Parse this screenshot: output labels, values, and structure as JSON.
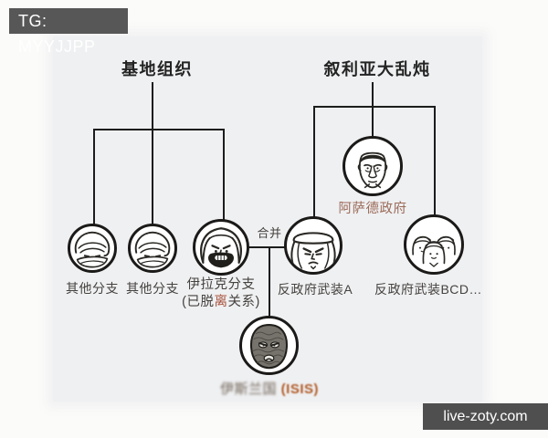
{
  "overlays": {
    "tg_banner": {
      "text": "TG: MYYJJPP"
    },
    "watermark": {
      "text": "live-zoty.com"
    }
  },
  "diagram": {
    "left_tree_title": "基地组织",
    "right_tree_title": "叙利亚大乱炖",
    "merge_label": "合并",
    "nodes": {
      "other1": {
        "label": "其他分支",
        "icon": "masked-militant-face-icon"
      },
      "other2": {
        "label": "其他分支",
        "icon": "masked-militant-face-icon"
      },
      "iraq": {
        "label": "伊拉克分支",
        "note_pre": "(已脱",
        "note_hl": "离",
        "note_post": "关系)",
        "icon": "bearded-militant-face-icon"
      },
      "assad": {
        "label": "阿萨德政府",
        "icon": "assad-face-icon"
      },
      "rebel_a": {
        "label": "反政府武装A",
        "icon": "keffiyeh-rebel-face-icon"
      },
      "rebel_bcd": {
        "label": "反政府武装BCD…",
        "icon": "rebel-group-faces-icon"
      },
      "isis": {
        "label": "伊斯兰国",
        "suffix": "(ISIS)",
        "icon": "balaclava-face-icon"
      }
    }
  },
  "colors": {
    "page_bg": "#fbfbf9",
    "photo_bg": "#eff0f2",
    "connector_line": "#1c1c1c",
    "title_text": "#232323",
    "label_text": "#45423e",
    "assad_label_text": "#9b6a58",
    "note_highlight": "#a8543f",
    "isis_suffix_text": "#b05a26",
    "overlay_bg": "#575757",
    "overlay_text": "#ffffff"
  }
}
